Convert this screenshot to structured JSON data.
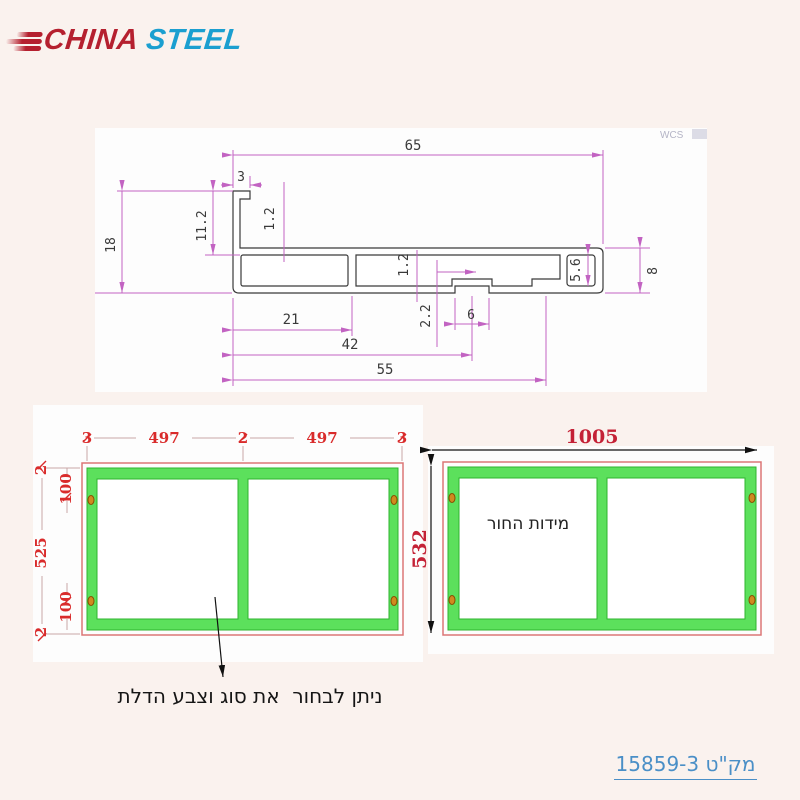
{
  "logo": {
    "word1": "CHINA",
    "word2": "STEEL"
  },
  "wcs_label": "WCS",
  "profile": {
    "d65": "65",
    "d3": "3",
    "d12_top": "1.2",
    "d112": "11.2",
    "d18": "18",
    "d12_mid": "1.2",
    "d22": "2.2",
    "d6": "6",
    "d56": "5.6",
    "d8": "8",
    "d21": "21",
    "d42": "42",
    "d55": "55"
  },
  "left_frame": {
    "top_dims": [
      "3",
      "497",
      "2",
      "497",
      "3"
    ],
    "side_dims": [
      "2",
      "100",
      "525",
      "100",
      "2"
    ]
  },
  "right_frame": {
    "width": "1005",
    "height": "532",
    "hole_label": "מידות החור"
  },
  "note_text": "ניתן לבחור  את סוג וצבע הדלת",
  "sku_text": "מק\"ט 15859-3",
  "colors": {
    "logo_red": "#b5202f",
    "logo_blue": "#1b9fd0",
    "frame_red": "#dc7676",
    "green_fill": "#5ce05c",
    "green_stroke": "#2eb42e",
    "hinge_orange": "#d08a20",
    "dim_red": "#d92b2b",
    "accent_red": "#c42136",
    "dim_magenta": "#c263c2",
    "sku_blue": "#4a8fc7"
  }
}
